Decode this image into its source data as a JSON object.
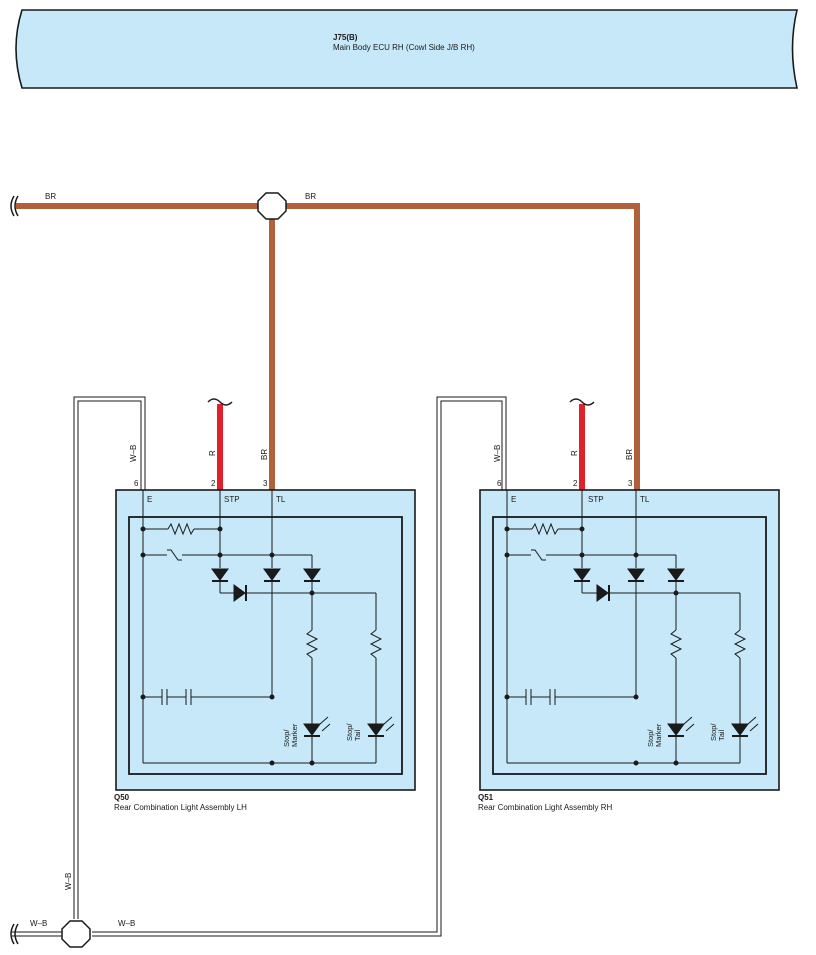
{
  "header": {
    "code": "J75(B)",
    "name": "Main Body ECU RH (Cowl Side J/B RH)"
  },
  "wire_labels": {
    "br_left": "BR",
    "br_right": "BR",
    "wb_bottom_left": "W–B",
    "wb_bottom_right": "W–B",
    "wb_vertical": "W–B"
  },
  "components": [
    {
      "code": "Q50",
      "name": "Rear Combination Light Assembly LH",
      "pins": [
        {
          "num": "6",
          "wire": "W–B",
          "term": "E"
        },
        {
          "num": "2",
          "wire": "R",
          "term": "STP"
        },
        {
          "num": "3",
          "wire": "BR",
          "term": "TL"
        }
      ],
      "bulbs": [
        "Stop/",
        "Marker",
        "Stop/",
        "Tail"
      ]
    },
    {
      "code": "Q51",
      "name": "Rear Combination Light Assembly RH",
      "pins": [
        {
          "num": "6",
          "wire": "W–B",
          "term": "E"
        },
        {
          "num": "2",
          "wire": "R",
          "term": "STP"
        },
        {
          "num": "3",
          "wire": "BR",
          "term": "TL"
        }
      ],
      "bulbs": [
        "Stop/",
        "Marker",
        "Stop/",
        "Tail"
      ]
    }
  ],
  "colors": {
    "br_wire": "#b0603a",
    "r_wire": "#e0202a",
    "box_fill": "#c7e8f8",
    "line": "#1a1a1a"
  }
}
